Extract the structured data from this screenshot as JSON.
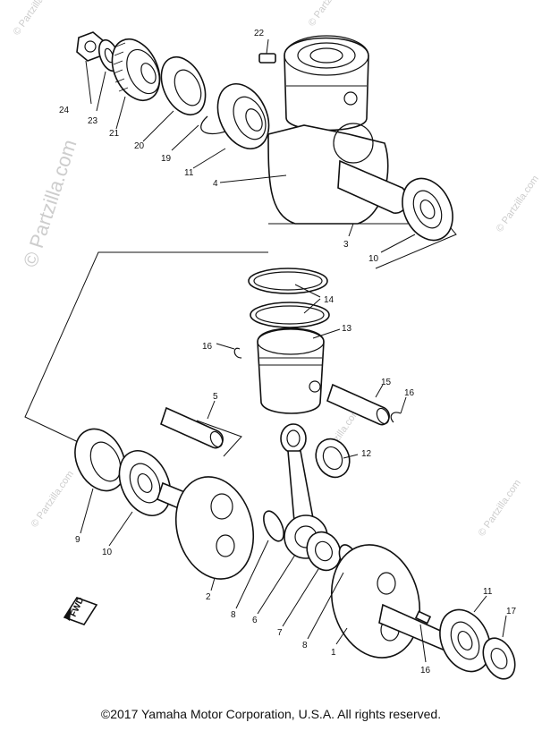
{
  "watermark": "© Partzilla.com",
  "copyright": "©2017 Yamaha Motor Corporation, U.S.A. All rights reserved.",
  "fwd_label": "FWD",
  "callouts": {
    "c1": "1",
    "c2": "2",
    "c3": "3",
    "c4": "4",
    "c5": "5",
    "c6": "6",
    "c7": "7",
    "c8a": "8",
    "c8b": "8",
    "c9": "9",
    "c10a": "10",
    "c10b": "10",
    "c11a": "11",
    "c11b": "11",
    "c12": "12",
    "c13": "13",
    "c14": "14",
    "c15": "15",
    "c16a": "16",
    "c16b": "16",
    "c16c": "16",
    "c17": "17",
    "c19": "19",
    "c20": "20",
    "c21": "21",
    "c22": "22",
    "c23": "23",
    "c24": "24"
  }
}
